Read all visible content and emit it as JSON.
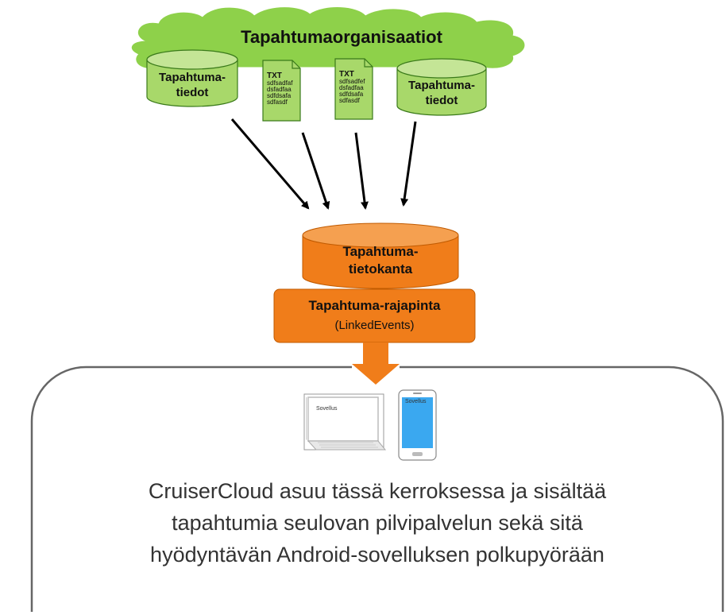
{
  "cloud": {
    "title": "Tapahtumaorganisaatiot",
    "sources": [
      {
        "kind": "cylinder",
        "line1": "Tapahtuma-",
        "line2": "tiedot"
      },
      {
        "kind": "document",
        "head": "TXT",
        "lines": [
          "sdfsadfaf",
          "dsfadfaa",
          "sdfdsafa",
          "sdfasdf"
        ]
      },
      {
        "kind": "document",
        "head": "TXT",
        "lines": [
          "sdfsadfef",
          "dsfadfaa",
          "sdfdsafa",
          "sdfasdf"
        ]
      },
      {
        "kind": "cylinder",
        "line1": "Tapahtuma-",
        "line2": "tiedot"
      }
    ]
  },
  "database": {
    "line1": "Tapahtuma-",
    "line2": "tietokanta"
  },
  "api": {
    "title": "Tapahtuma-rajapinta",
    "subtitle": "(LinkedEvents)"
  },
  "devices": {
    "laptop_label": "Sovellus",
    "phone_label": "Sovellus"
  },
  "caption": {
    "lines": [
      "CruiserCloud asuu tässä kerroksessa ja sisältää",
      "tapahtumia seulovan pilvipalvelun sekä sitä",
      "hyödyntävän Android-sovelluksen polkupyörään"
    ]
  },
  "colors": {
    "cloud_green": "#8ed14a",
    "cylinder_green": "#a8d86a",
    "orange": "#f07d1a",
    "orange_light": "#f5a050",
    "phone_screen": "#3aa8f0"
  }
}
